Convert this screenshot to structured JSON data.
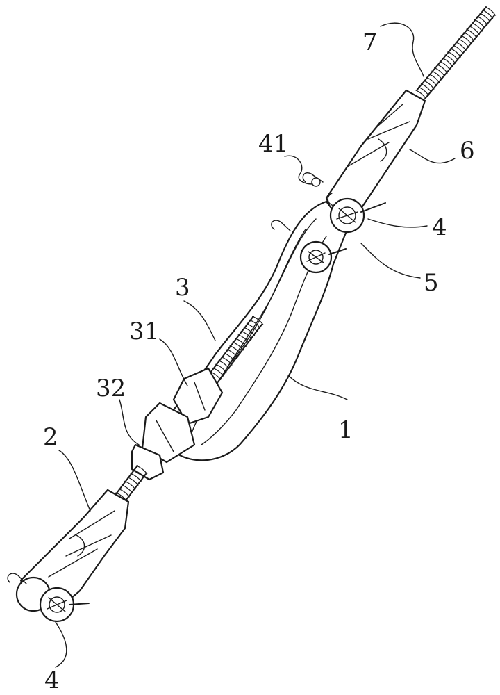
{
  "labels": {
    "l7": "7",
    "l41": "41",
    "l6": "6",
    "l4_top": "4",
    "l5": "5",
    "l3": "3",
    "l31": "31",
    "l32": "32",
    "l2": "2",
    "l1": "1",
    "l4_bottom": "4"
  }
}
